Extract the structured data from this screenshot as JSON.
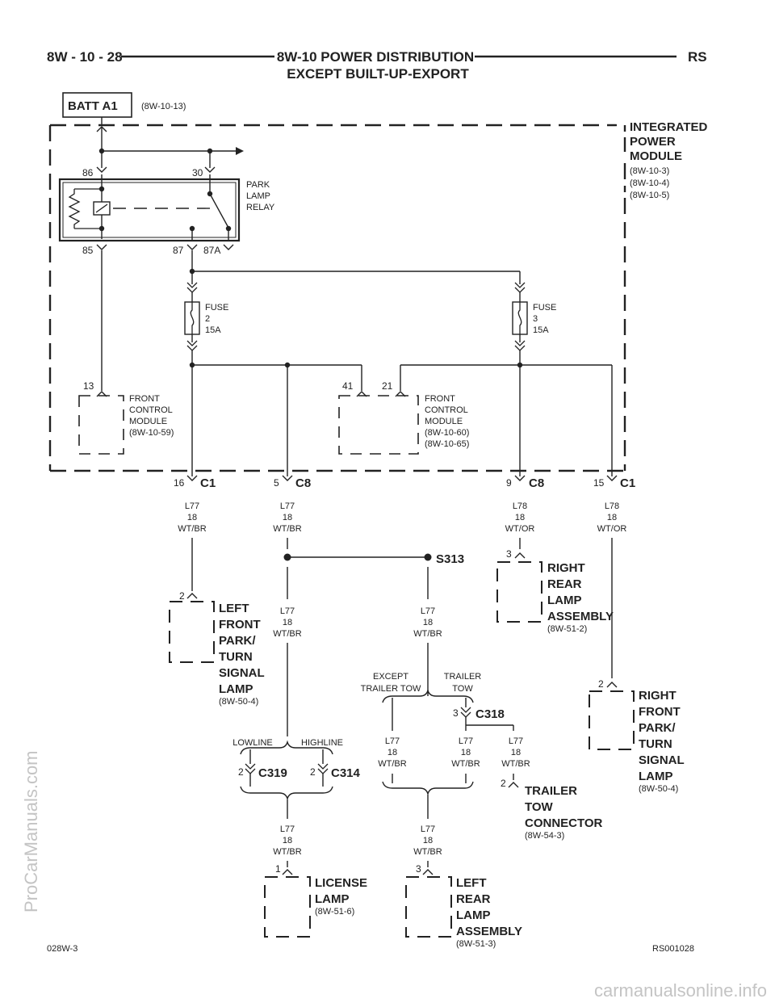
{
  "header": {
    "page_number": "8W - 10 - 28",
    "title_line1": "8W-10 POWER DISTRIBUTION",
    "title_line2": "EXCEPT BUILT-UP-EXPORT",
    "model_code": "RS"
  },
  "battery": {
    "label": "BATT A1",
    "ref": "(8W-10-13)"
  },
  "ipm": {
    "name": [
      "INTEGRATED",
      "POWER",
      "MODULE"
    ],
    "refs": [
      "(8W-10-3)",
      "(8W-10-4)",
      "(8W-10-5)"
    ]
  },
  "relay": {
    "name": [
      "PARK",
      "LAMP",
      "RELAY"
    ],
    "pins": {
      "p86": "86",
      "p30": "30",
      "p85": "85",
      "p87": "87",
      "p87a": "87A"
    }
  },
  "fuses": [
    {
      "label": [
        "FUSE",
        "2",
        "15A"
      ]
    },
    {
      "label": [
        "FUSE",
        "3",
        "15A"
      ]
    }
  ],
  "fcm_left": {
    "pin": "13",
    "name": [
      "FRONT",
      "CONTROL",
      "MODULE",
      "(8W-10-59)"
    ]
  },
  "fcm_right": {
    "pins": [
      "41",
      "21"
    ],
    "name": [
      "FRONT",
      "CONTROL",
      "MODULE",
      "(8W-10-60)",
      "(8W-10-65)"
    ]
  },
  "connectors": {
    "c1a": {
      "pin": "16",
      "name": "C1"
    },
    "c8a": {
      "pin": "5",
      "name": "C8"
    },
    "c8b": {
      "pin": "9",
      "name": "C8"
    },
    "c1b": {
      "pin": "15",
      "name": "C1"
    },
    "c318": {
      "pin": "3",
      "name": "C318"
    },
    "c319": {
      "pin": "2",
      "name": "C319"
    },
    "c314": {
      "pin": "2",
      "name": "C314"
    }
  },
  "wires": {
    "w1": [
      "L77",
      "18",
      "WT/BR"
    ],
    "w2": [
      "L77",
      "18",
      "WT/BR"
    ],
    "w3": [
      "L78",
      "18",
      "WT/OR"
    ],
    "w4": [
      "L78",
      "18",
      "WT/OR"
    ],
    "w5": [
      "L77",
      "18",
      "WT/BR"
    ],
    "w6": [
      "L77",
      "18",
      "WT/BR"
    ],
    "w7": [
      "L77",
      "18",
      "WT/BR"
    ],
    "w8": [
      "L77",
      "18",
      "WT/BR"
    ],
    "w9": [
      "L77",
      "18",
      "WT/BR"
    ],
    "w10": [
      "L77",
      "18",
      "WT/BR"
    ],
    "w11": [
      "L77",
      "18",
      "WT/BR"
    ]
  },
  "splice": {
    "name": "S313"
  },
  "options": {
    "except_trailer_tow": [
      "EXCEPT",
      "TRAILER TOW"
    ],
    "trailer_tow": [
      "TRAILER",
      "TOW"
    ],
    "lowline": "LOWLINE",
    "highline": "HIGHLINE"
  },
  "components": {
    "left_front": {
      "pin": "2",
      "name": [
        "LEFT",
        "FRONT",
        "PARK/",
        "TURN",
        "SIGNAL",
        "LAMP"
      ],
      "ref": "(8W-50-4)"
    },
    "right_rear": {
      "pin": "3",
      "name": [
        "RIGHT",
        "REAR",
        "LAMP",
        "ASSEMBLY"
      ],
      "ref": "(8W-51-2)"
    },
    "right_front": {
      "pin": "2",
      "name": [
        "RIGHT",
        "FRONT",
        "PARK/",
        "TURN",
        "SIGNAL",
        "LAMP"
      ],
      "ref": "(8W-50-4)"
    },
    "trailer_conn": {
      "pin": "2",
      "name": [
        "TRAILER",
        "TOW",
        "CONNECTOR"
      ],
      "ref": "(8W-54-3)"
    },
    "license": {
      "pin": "1",
      "name": [
        "LICENSE",
        "LAMP"
      ],
      "ref": "(8W-51-6)"
    },
    "left_rear": {
      "pin": "3",
      "name": [
        "LEFT",
        "REAR",
        "LAMP",
        "ASSEMBLY"
      ],
      "ref": "(8W-51-3)"
    }
  },
  "footer": {
    "left": "028W-3",
    "right": "RS001028"
  },
  "watermarks": {
    "side": "ProCarManuals.com",
    "bottom": "carmanualsonline.info"
  }
}
